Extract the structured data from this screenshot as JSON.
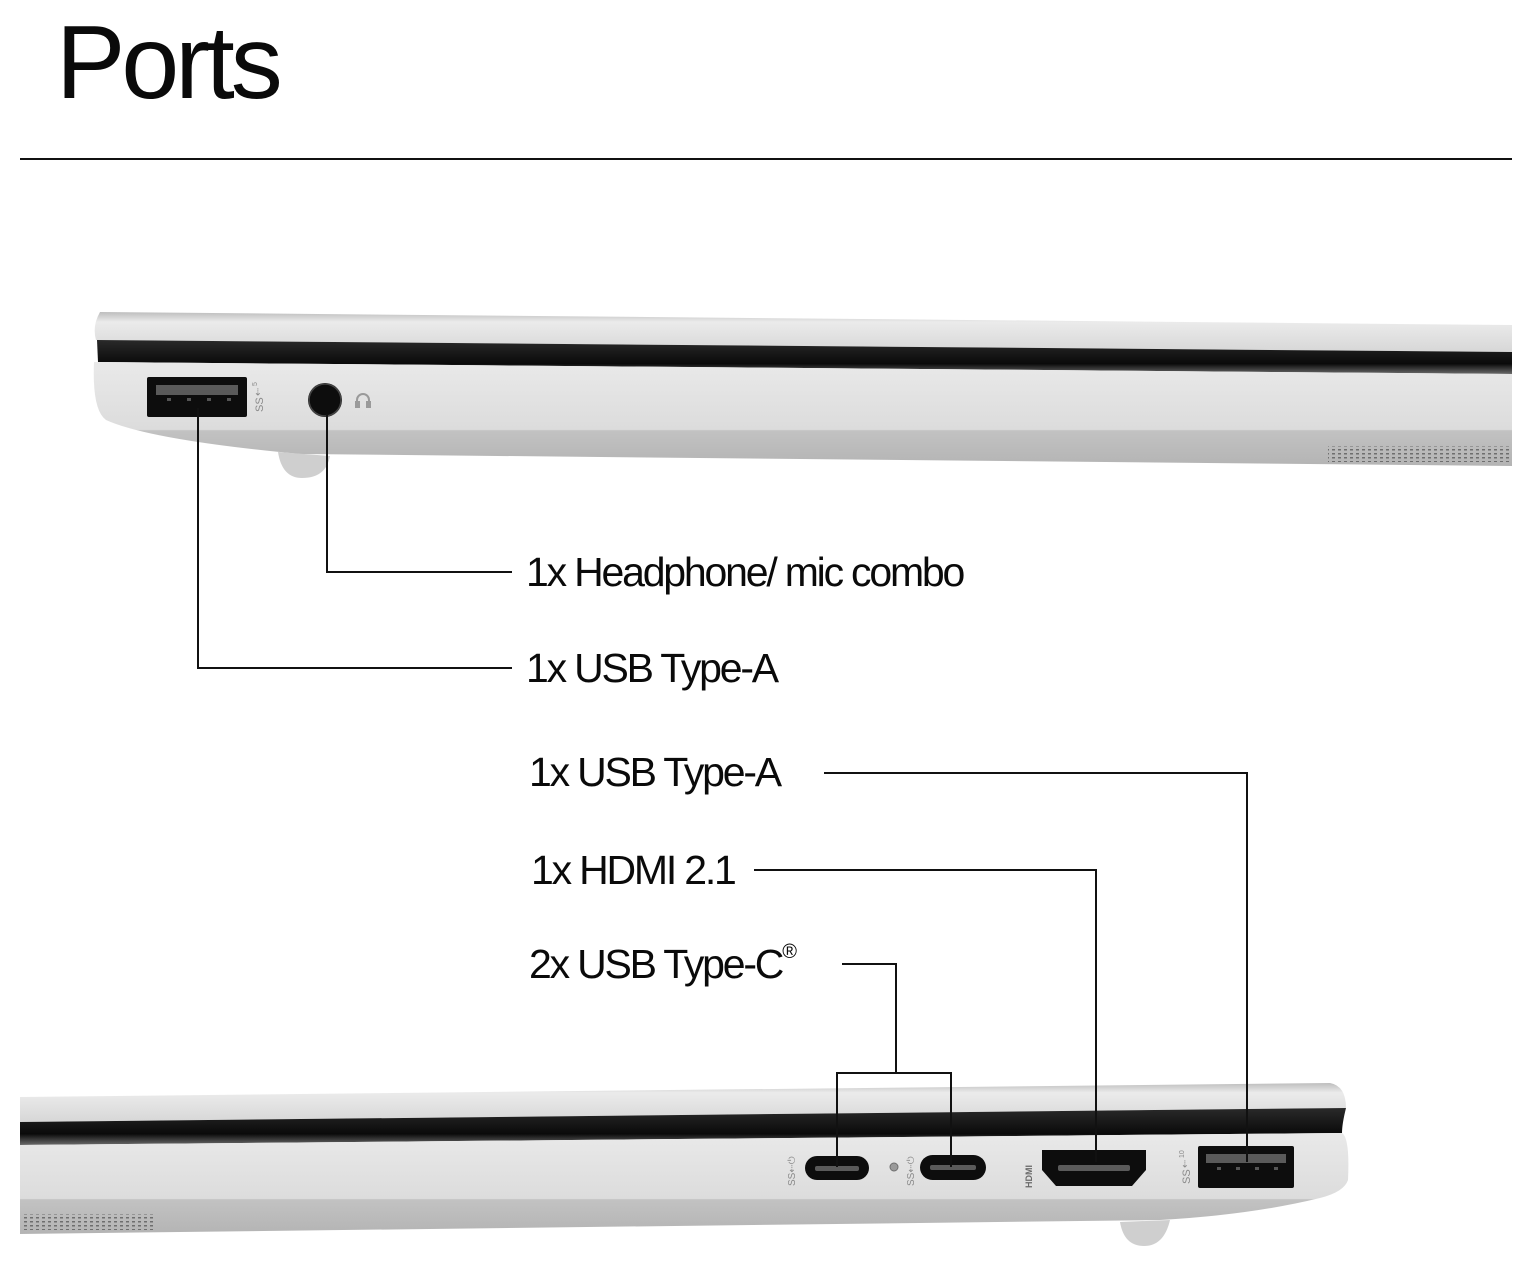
{
  "title": "Ports",
  "colors": {
    "text": "#0a0a0a",
    "line": "#111111",
    "chassis_light": "#e4e4e4",
    "chassis_mid": "#cfcfcf",
    "chassis_dark": "#b9b9b9",
    "port_black": "#0d0d0d",
    "port_contact": "#5a5a5a"
  },
  "left_side": {
    "ports": [
      {
        "type": "usb-a",
        "marking": "SS 5",
        "name": "USB Type-A"
      },
      {
        "type": "audio-jack",
        "marking": "headset",
        "name": "Headphone/ mic combo"
      }
    ],
    "callouts": [
      {
        "label": "1x Headphone/ mic combo"
      },
      {
        "label": "1x USB Type-A"
      }
    ]
  },
  "right_side": {
    "ports": [
      {
        "type": "usb-c",
        "marking": "SS power-delivery"
      },
      {
        "type": "led",
        "marking": "charging indicator"
      },
      {
        "type": "usb-c",
        "marking": "SS power-delivery"
      },
      {
        "type": "hdmi",
        "marking": "HDMI"
      },
      {
        "type": "usb-a",
        "marking": "SS 10"
      }
    ],
    "callouts": [
      {
        "label": "1x USB Type-A"
      },
      {
        "label": "1x HDMI 2.1"
      },
      {
        "label": "2x USB Type-C",
        "suffix": "®"
      }
    ]
  },
  "markings": {
    "ss": "SS",
    "usb_a_left_speed": "5",
    "usb_a_right_speed": "10",
    "hdmi": "HDMI"
  }
}
